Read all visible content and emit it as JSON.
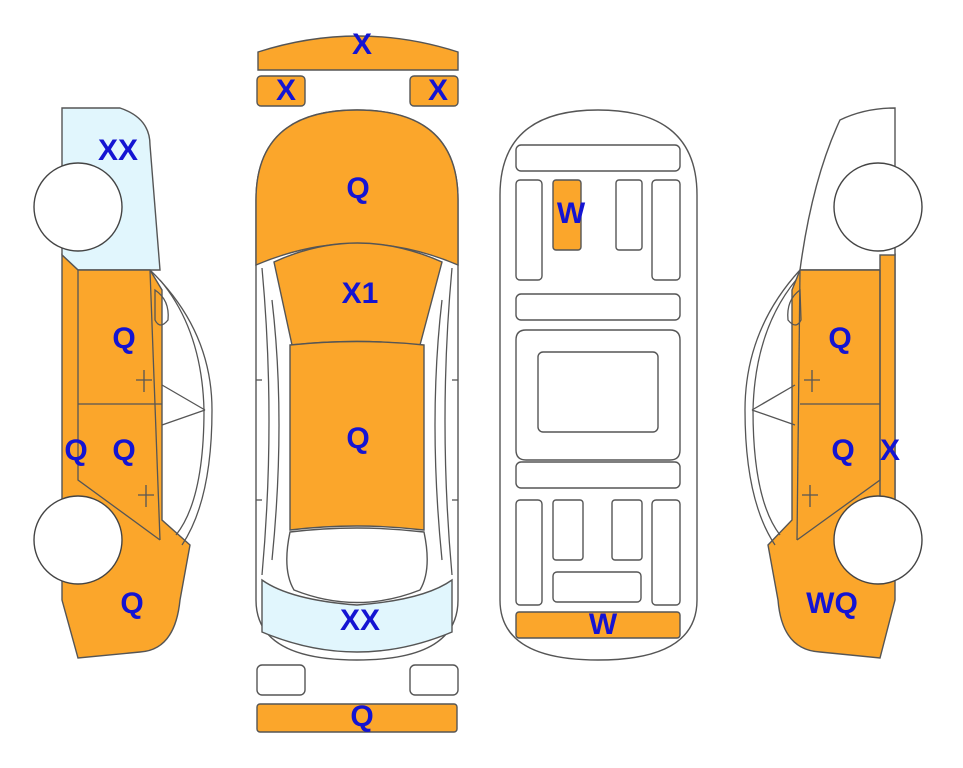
{
  "colors": {
    "damaged": "#FBA62B",
    "glass": "#E1F6FD",
    "body": "#FFFFFF",
    "outline": "#555555",
    "label": "#1414D2"
  },
  "marks": {
    "front_bumper": "X",
    "left_headlight": "X",
    "right_headlight": "X",
    "hood": "Q",
    "windshield": "X1",
    "roof": "Q",
    "rear_window": "XX",
    "rear_bumper": "Q",
    "underbody_front": "W",
    "underbody_rear": "W",
    "left_front_glass": "XX",
    "left_front_door": "Q",
    "left_rear_door": "Q",
    "left_sill": "Q",
    "left_rear_quarter": "Q",
    "right_front_door": "Q",
    "right_rear_door": "Q",
    "right_pillar": "X",
    "right_rear_quarter": "WQ"
  }
}
